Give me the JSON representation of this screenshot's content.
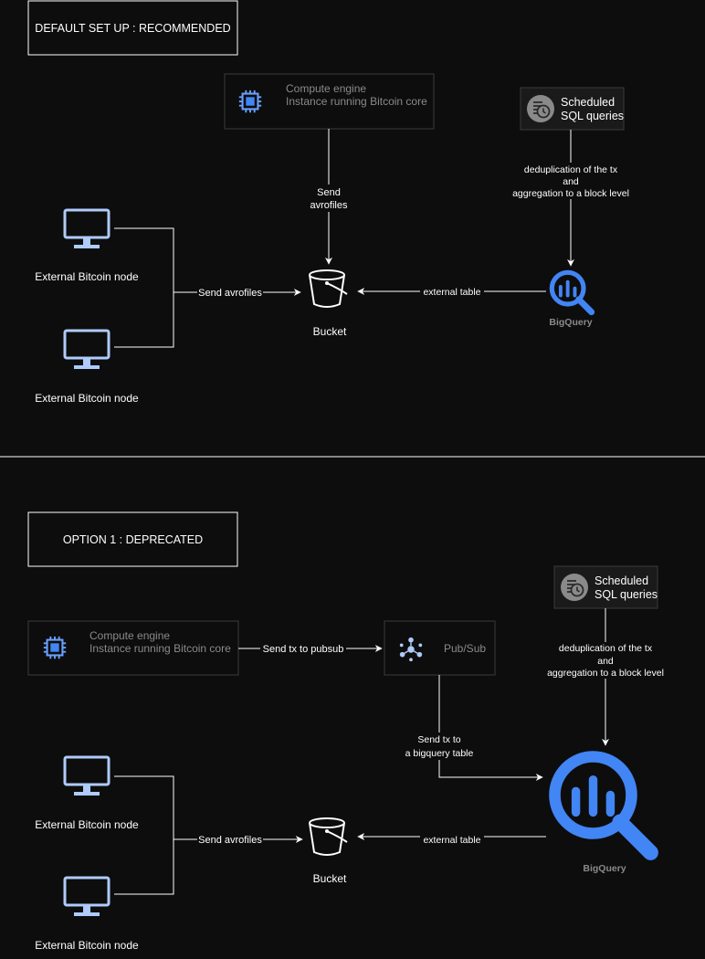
{
  "colors": {
    "background": "#0d0d0d",
    "line": "#ffffff",
    "monitor": "#aecbfa",
    "gcp_blue": "#4285f4",
    "node_border": "#3a3a3a",
    "muted_text": "#8a8a8a"
  },
  "sections": {
    "default": {
      "title": "DEFAULT SET UP : RECOMMENDED",
      "compute": {
        "line1": "Compute engine",
        "line2": "Instance running Bitcoin core",
        "icon": "chip-icon"
      },
      "scheduled": {
        "line1": "Scheduled",
        "line2": "SQL queries",
        "icon": "clock-list-icon"
      },
      "dedup": {
        "line1": "deduplication of the tx",
        "line2": "and",
        "line3": "aggregation to a block level"
      },
      "send_avro_top": {
        "line1": "Send",
        "line2": "avrofiles"
      },
      "node1": "External Bitcoin node",
      "node2": "External Bitcoin node",
      "send_avrofiles": "Send avrofiles",
      "bucket": "Bucket",
      "external_table": "external table",
      "bigquery": "BigQuery"
    },
    "option1": {
      "title": "OPTION 1 : DEPRECATED",
      "compute": {
        "line1": "Compute engine",
        "line2": "Instance running Bitcoin core",
        "icon": "chip-icon"
      },
      "send_pubsub": "Send tx to pubsub",
      "pubsub": {
        "label": "Pub/Sub",
        "icon": "pubsub-icon"
      },
      "scheduled": {
        "line1": "Scheduled",
        "line2": "SQL queries",
        "icon": "clock-list-icon"
      },
      "dedup": {
        "line1": "deduplication of the tx",
        "line2": "and",
        "line3": "aggregation to a block level"
      },
      "send_bq": {
        "line1": "Send tx to",
        "line2": "a bigquery table"
      },
      "node1": "External Bitcoin node",
      "node2": "External Bitcoin node",
      "send_avrofiles": "Send avrofiles",
      "bucket": "Bucket",
      "external_table": "external table",
      "bigquery": "BigQuery"
    }
  }
}
